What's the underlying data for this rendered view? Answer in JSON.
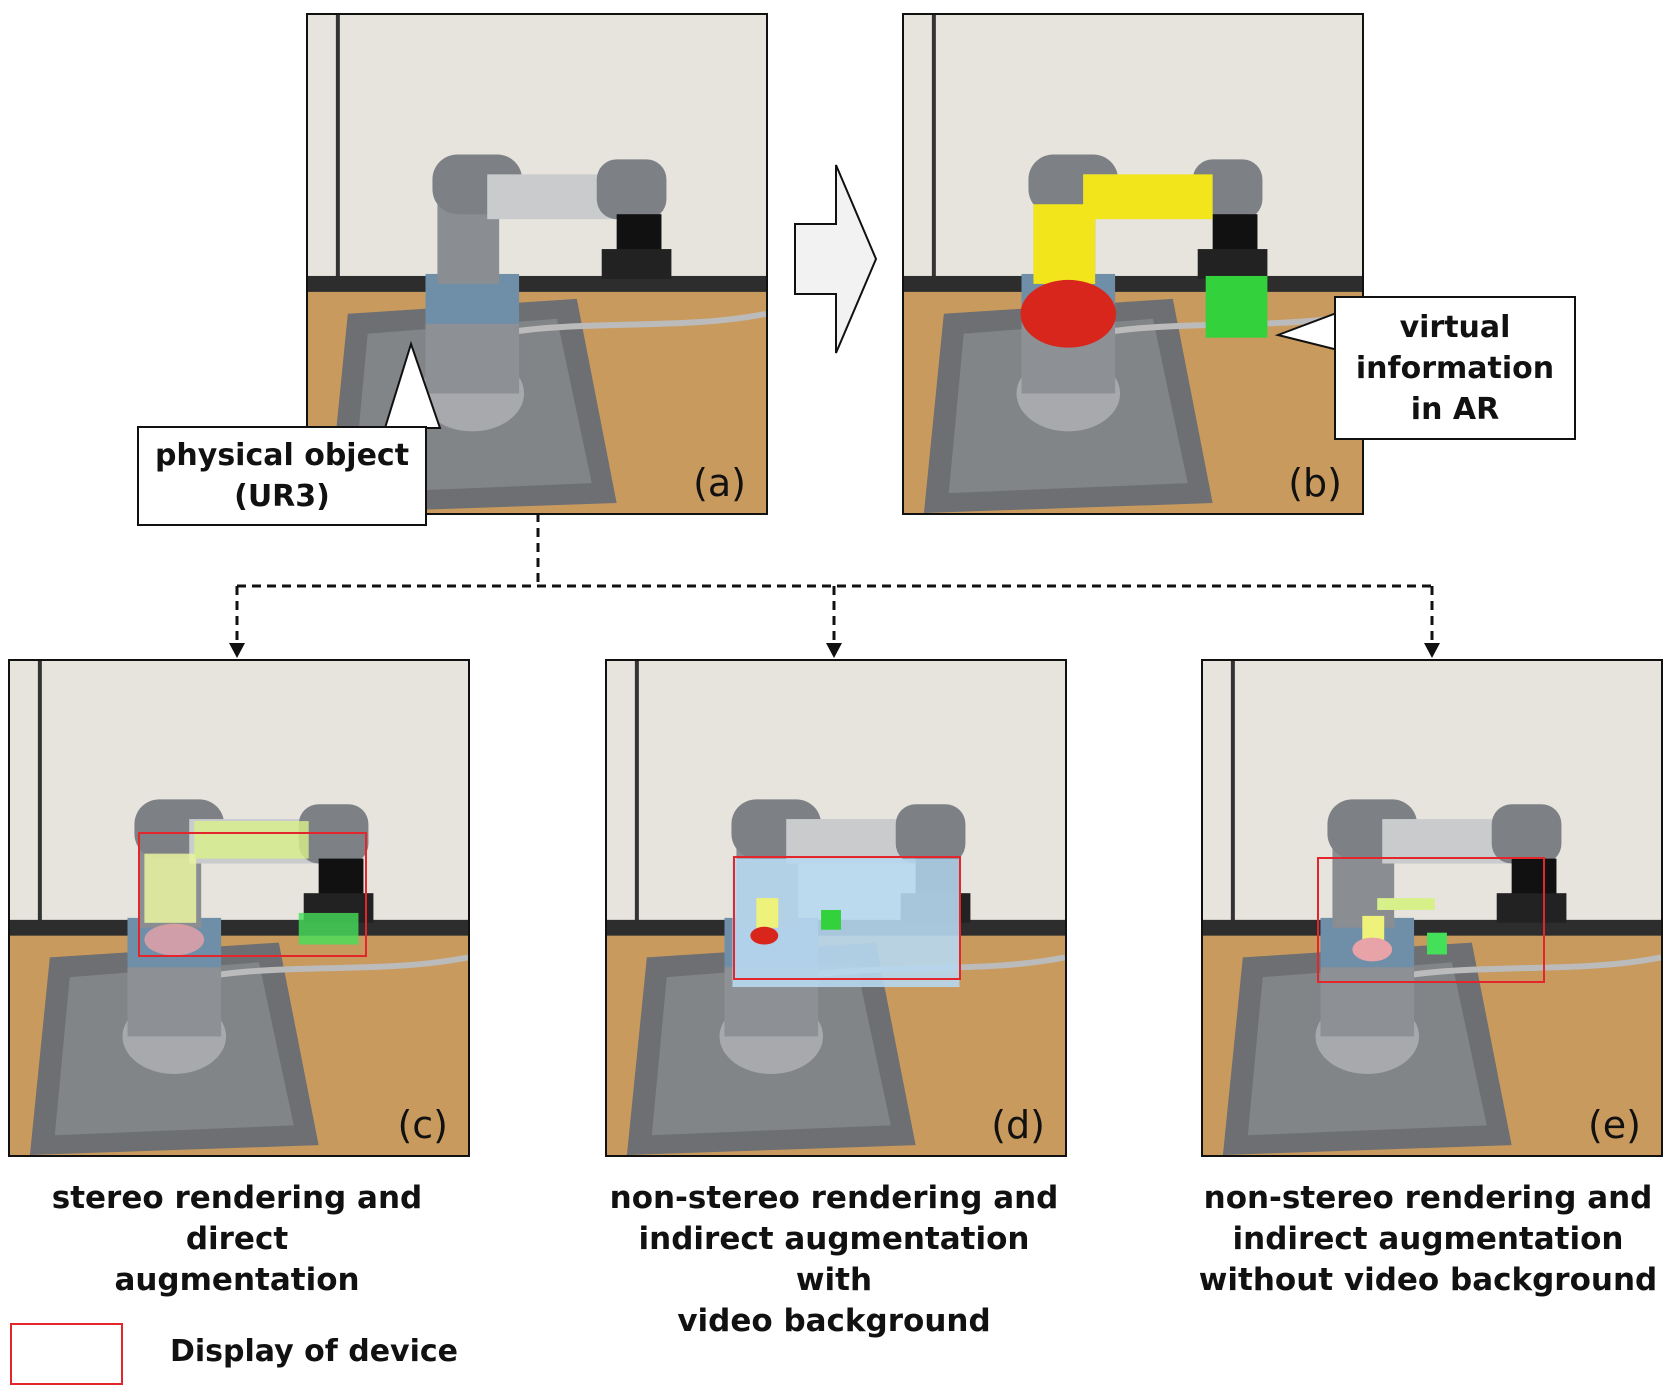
{
  "panels": {
    "a": {
      "letter": "(a)"
    },
    "b": {
      "letter": "(b)"
    },
    "c": {
      "letter": "(c)"
    },
    "d": {
      "letter": "(d)"
    },
    "e": {
      "letter": "(e)"
    }
  },
  "callouts": {
    "physical": {
      "line1": "physical object",
      "line2": "(UR3)"
    },
    "virtual": {
      "line1": "virtual",
      "line2": "information",
      "line3": "in AR"
    }
  },
  "captions": {
    "c": {
      "line1": "stereo rendering and direct",
      "line2": "augmentation"
    },
    "d": {
      "line1": "non-stereo rendering and",
      "line2": "indirect augmentation with",
      "line3": "video background"
    },
    "e": {
      "line1": "non-stereo rendering and",
      "line2": "indirect augmentation",
      "line3": "without video background"
    }
  },
  "legend": {
    "label": "Display of device",
    "color": "#e3262b"
  },
  "colors": {
    "yellow_link": "#f2e51b",
    "red_joint": "#d9261c",
    "green_cube": "#33d13b",
    "display_border": "#e3262b"
  }
}
